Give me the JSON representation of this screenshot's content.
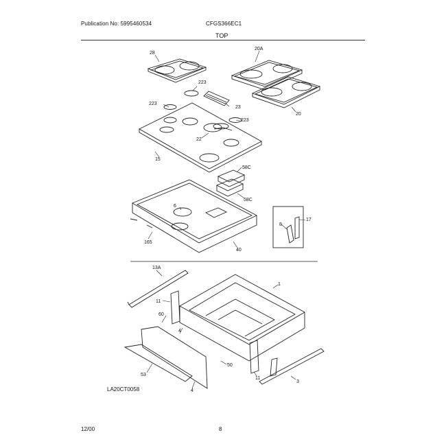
{
  "header": {
    "publication": "Publication No: 5995460534",
    "model": "CFGS366EC1",
    "section": "TOP"
  },
  "diagram_code": "LA20CT0058",
  "footer": {
    "date": "12/00",
    "page": "8"
  },
  "callouts": {
    "c28": "28",
    "c20a": "20A",
    "c223_top": "223",
    "c223b": "223",
    "c223_right": "223",
    "c22": "22",
    "c20": "20",
    "c23": "23",
    "c15": "15",
    "c58c_top": "58C",
    "c58c_bot": "58C",
    "c6": "6",
    "c165": "165",
    "c40": "40",
    "c8": "8",
    "c17": "17",
    "c13a": "13A",
    "c1": "1",
    "c11_left": "11",
    "c60": "60",
    "c4_mid": "4",
    "c53": "53",
    "c50": "50",
    "c11_right": "11",
    "c4_bot": "4",
    "c3": "3"
  }
}
